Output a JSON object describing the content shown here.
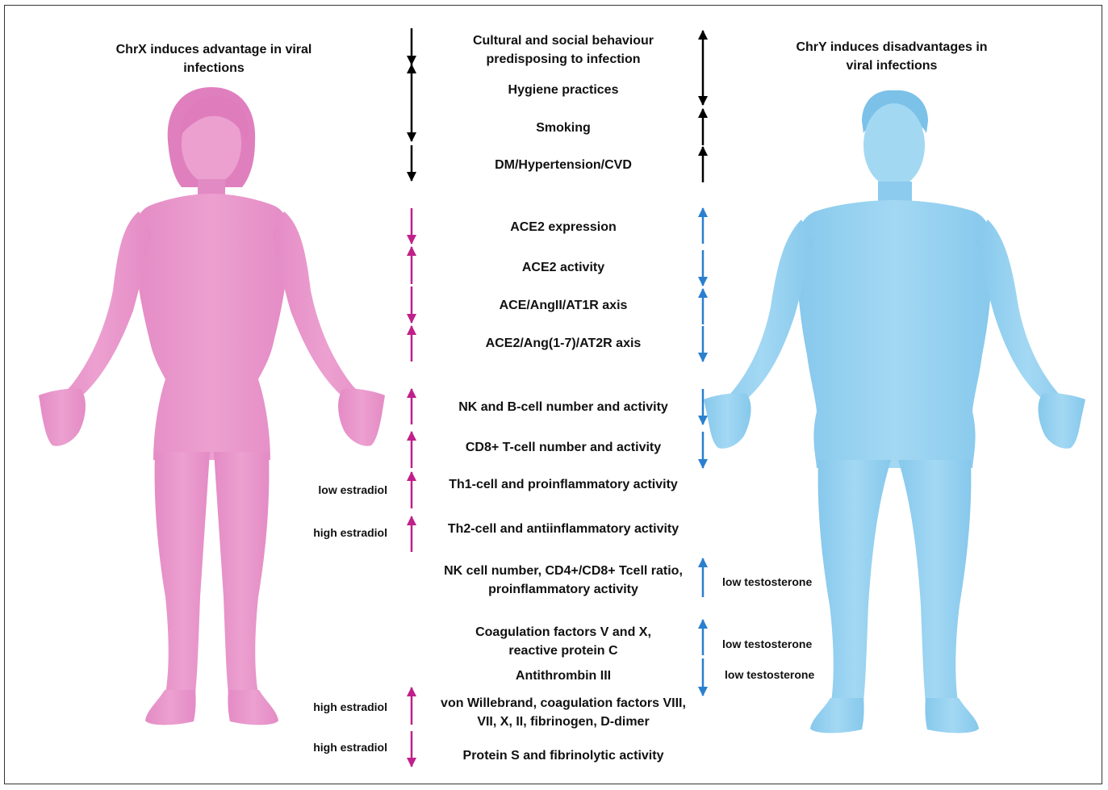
{
  "headers": {
    "female": "ChrX induces advantage in viral infections",
    "male": "ChrY induces disadvantages in viral infections"
  },
  "colors": {
    "female": "#e48bc5",
    "male": "#8fcdee",
    "female_arrow": "#c0208a",
    "male_arrow": "#2a7fcf",
    "black_arrow": "#000000"
  },
  "rows": [
    {
      "id": "culture",
      "label_lines": [
        "Cultural and social behaviour",
        "predisposing to infection"
      ],
      "female": "down",
      "male": "up",
      "color": "black"
    },
    {
      "id": "hygiene",
      "label_lines": [
        "Hygiene practices"
      ],
      "female": "up",
      "male": "down",
      "color": "black"
    },
    {
      "id": "smoking",
      "label_lines": [
        "Smoking"
      ],
      "female": "down",
      "male": "up",
      "color": "black"
    },
    {
      "id": "dm",
      "label_lines": [
        "DM/Hypertension/CVD"
      ],
      "female": "down",
      "male": "up",
      "color": "black"
    },
    {
      "id": "ace2-expression",
      "label_lines": [
        "ACE2 expression"
      ],
      "female": "down",
      "male": "up",
      "color": "colored"
    },
    {
      "id": "ace2-activity",
      "label_lines": [
        "ACE2 activity"
      ],
      "female": "up",
      "male": "down",
      "color": "colored"
    },
    {
      "id": "ace-axis",
      "label_lines": [
        "ACE/AngII/AT1R axis"
      ],
      "female": "down",
      "male": "up",
      "color": "colored"
    },
    {
      "id": "ace2-axis",
      "label_lines": [
        "ACE2/Ang(1-7)/AT2R axis"
      ],
      "female": "up",
      "male": "down",
      "color": "colored"
    },
    {
      "id": "nk-b",
      "label_lines": [
        "NK and B-cell  number and activity"
      ],
      "female": "up",
      "male": "down",
      "color": "colored"
    },
    {
      "id": "cd8",
      "label_lines": [
        "CD8+ T-cell number and activity"
      ],
      "female": "up",
      "male": "down",
      "color": "colored"
    },
    {
      "id": "th1",
      "label_lines": [
        "Th1-cell and proinflammatory activity"
      ],
      "female": "up",
      "female_note": "low estradiol",
      "color": "colored"
    },
    {
      "id": "th2",
      "label_lines": [
        "Th2-cell and antiinflammatory activity"
      ],
      "female": "up",
      "female_note": "high estradiol",
      "color": "colored"
    },
    {
      "id": "nk-ratio",
      "label_lines": [
        "NK cell number, CD4+/CD8+ Tcell ratio,",
        "proinflammatory activity"
      ],
      "male": "up",
      "male_note": "low testosterone",
      "color": "colored"
    },
    {
      "id": "coag",
      "label_lines": [
        "Coagulation factors V and X,",
        "reactive protein C"
      ],
      "male": "up",
      "male_note": "low testosterone",
      "color": "colored"
    },
    {
      "id": "antithrombin",
      "label_lines": [
        "Antithrombin III"
      ],
      "male": "down",
      "male_note": "low testosterone",
      "color": "colored"
    },
    {
      "id": "vwf",
      "label_lines": [
        "von Willebrand, coagulation  factors VIII,",
        "VII, X, II, fibrinogen, D-dimer"
      ],
      "female": "up",
      "female_note": "high estradiol",
      "color": "colored"
    },
    {
      "id": "protein-s",
      "label_lines": [
        "Protein S and fibrinolytic activity"
      ],
      "female": "down",
      "female_note": "high estradiol",
      "color": "colored"
    }
  ]
}
